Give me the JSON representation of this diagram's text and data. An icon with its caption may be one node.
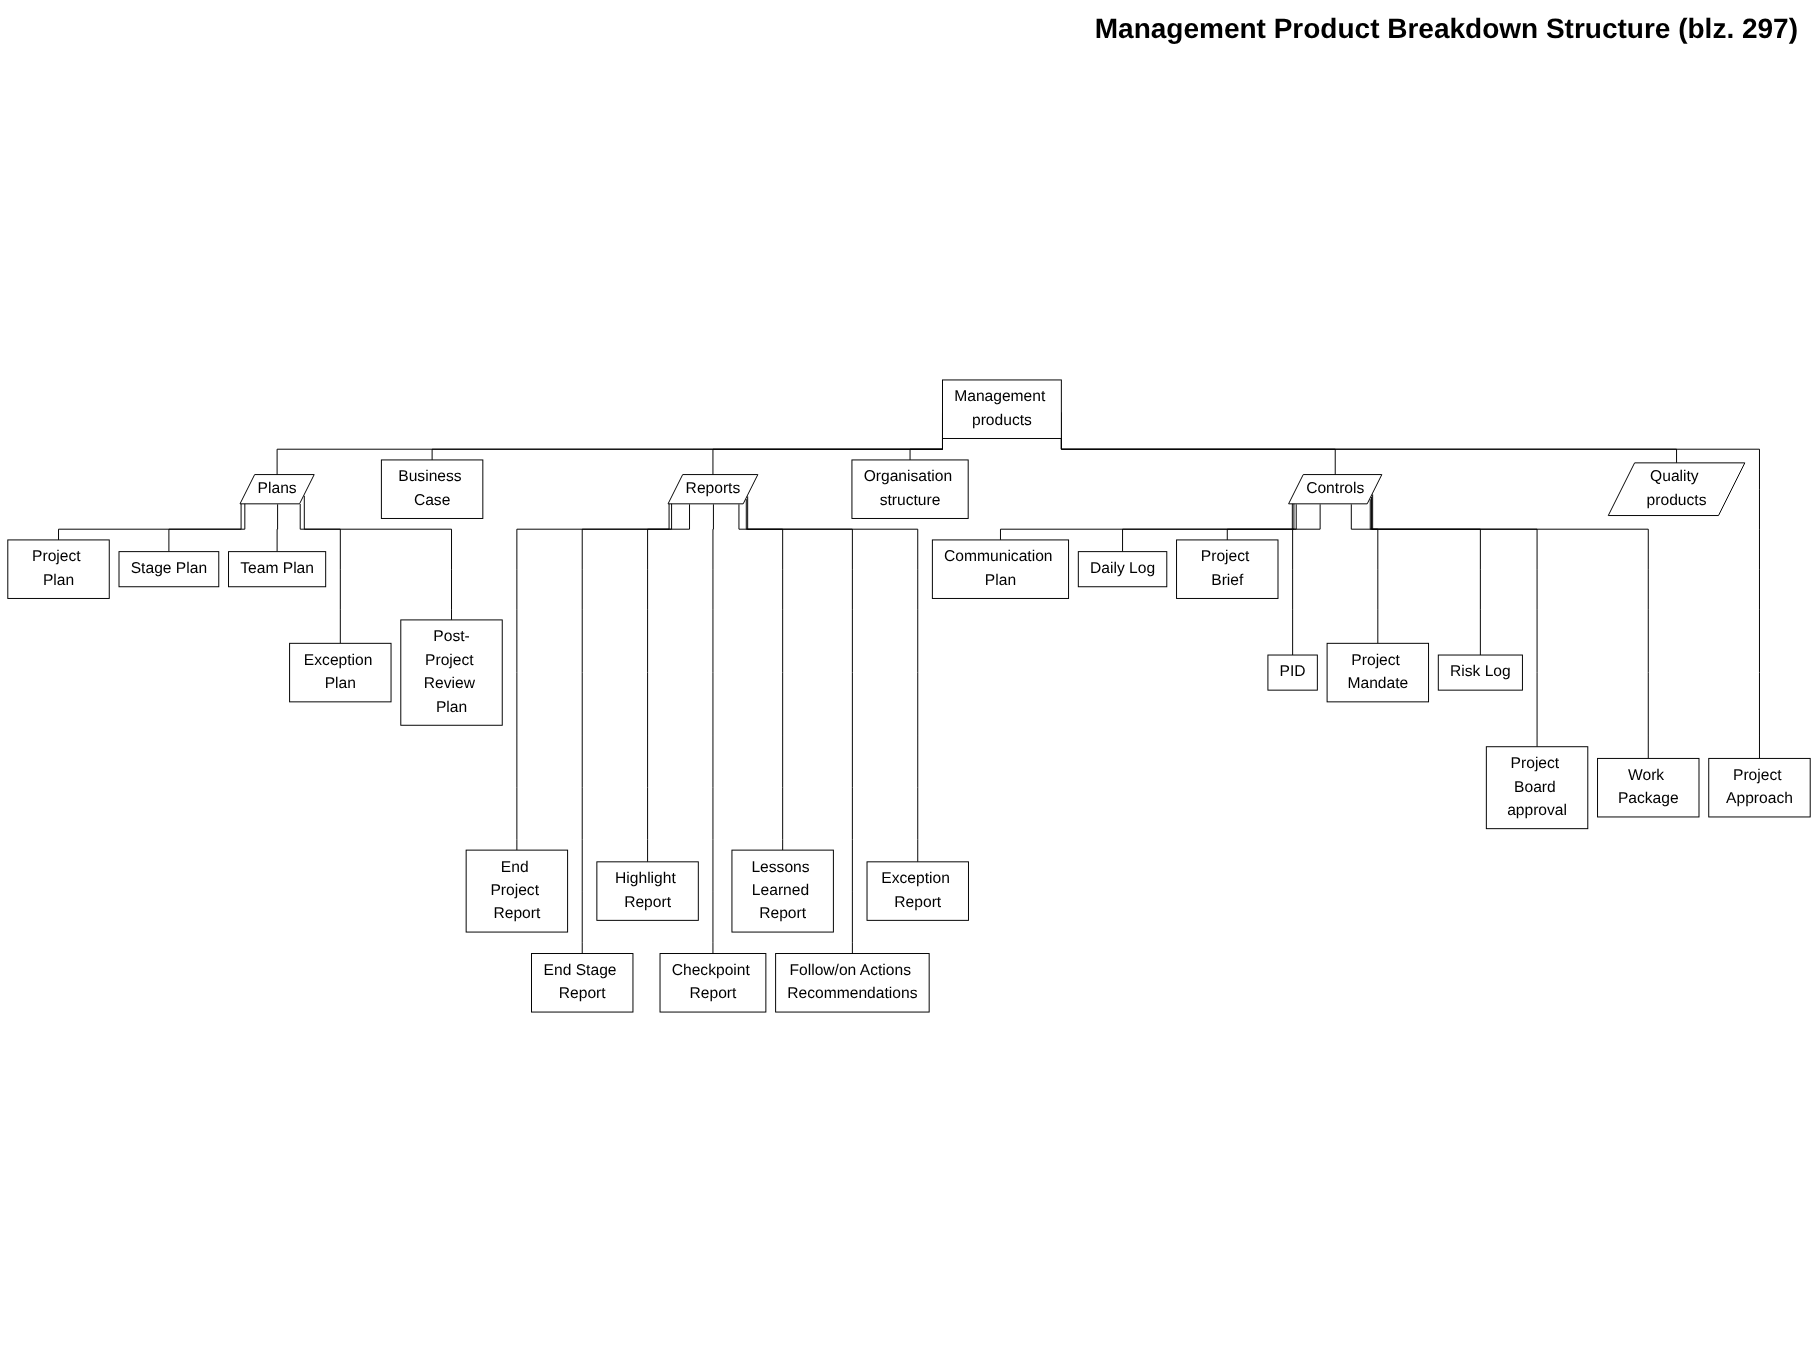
{
  "diagram": {
    "title": "Management Product Breakdown Structure (blz. 297)",
    "nodes": [
      {
        "text": [
          "Management products"
        ]
      },
      {
        "text": [
          "Plans"
        ]
      },
      {
        "text": [
          "Business Case"
        ]
      },
      {
        "text": [
          "Reports"
        ]
      },
      {
        "text": [
          "Organisation structure"
        ]
      },
      {
        "text": [
          "Controls"
        ]
      },
      {
        "text": [
          "Quality products"
        ]
      },
      {
        "text": [
          "Project Approach"
        ]
      },
      {
        "text": [
          "Project Plan"
        ]
      },
      {
        "text": [
          "Stage Plan"
        ]
      },
      {
        "text": [
          "Team Plan"
        ]
      },
      {
        "text": [
          "Exception Plan"
        ]
      },
      {
        "text": [
          "Post-Project Review Plan"
        ]
      },
      {
        "text": [
          "Communication Plan"
        ]
      },
      {
        "text": [
          "Daily Log"
        ]
      },
      {
        "text": [
          "Project Brief"
        ]
      },
      {
        "text": [
          "PID"
        ]
      },
      {
        "text": [
          "Project Mandate"
        ]
      },
      {
        "text": [
          "Risk Log"
        ]
      },
      {
        "text": [
          "Project Board approval"
        ]
      },
      {
        "text": [
          "Work Package"
        ]
      },
      {
        "text": [
          "End Project Report"
        ]
      },
      {
        "text": [
          "End Stage Report"
        ]
      },
      {
        "text": [
          "Highlight Report"
        ]
      },
      {
        "text": [
          "Checkpoint Report"
        ]
      },
      {
        "text": [
          "Lessons Learned Report"
        ]
      },
      {
        "text": [
          "Follow/on Actions Recommendations"
        ]
      },
      {
        "text": [
          "Exception Report"
        ]
      }
    ],
    "edges": [
      {
        "from": 0,
        "to": 1,
        "arrow": "none"
      },
      {
        "from": 0,
        "to": 2,
        "arrow": "none"
      },
      {
        "from": 0,
        "to": 3,
        "arrow": "none"
      },
      {
        "from": 0,
        "to": 4,
        "arrow": "none"
      },
      {
        "from": 0,
        "to": 5,
        "arrow": "none"
      },
      {
        "from": 0,
        "to": 6,
        "arrow": "none"
      },
      {
        "from": 0,
        "to": 7,
        "arrow": "none"
      },
      {
        "from": 1,
        "to": 8,
        "arrow": "none"
      },
      {
        "from": 1,
        "to": 9,
        "arrow": "none"
      },
      {
        "from": 1,
        "to": 10,
        "arrow": "none"
      },
      {
        "from": 1,
        "to": 11,
        "arrow": "none"
      },
      {
        "from": 1,
        "to": 12,
        "arrow": "none"
      },
      {
        "from": 5,
        "to": 13,
        "arrow": "none"
      },
      {
        "from": 5,
        "to": 14,
        "arrow": "none"
      },
      {
        "from": 5,
        "to": 15,
        "arrow": "none"
      },
      {
        "from": 5,
        "to": 16,
        "arrow": "none"
      },
      {
        "from": 5,
        "to": 17,
        "arrow": "none"
      },
      {
        "from": 5,
        "to": 18,
        "arrow": "none"
      },
      {
        "from": 5,
        "to": 19,
        "arrow": "none"
      },
      {
        "from": 5,
        "to": 20,
        "arrow": "none"
      },
      {
        "from": 3,
        "to": 21,
        "arrow": "none"
      },
      {
        "from": 3,
        "to": 22,
        "arrow": "none"
      },
      {
        "from": 3,
        "to": 23,
        "arrow": "none"
      },
      {
        "from": 3,
        "to": 24,
        "arrow": "none"
      },
      {
        "from": 3,
        "to": 25,
        "arrow": "none"
      },
      {
        "from": 3,
        "to": 26,
        "arrow": "none"
      },
      {
        "from": 3,
        "to": 27,
        "arrow": "none"
      }
    ]
  }
}
